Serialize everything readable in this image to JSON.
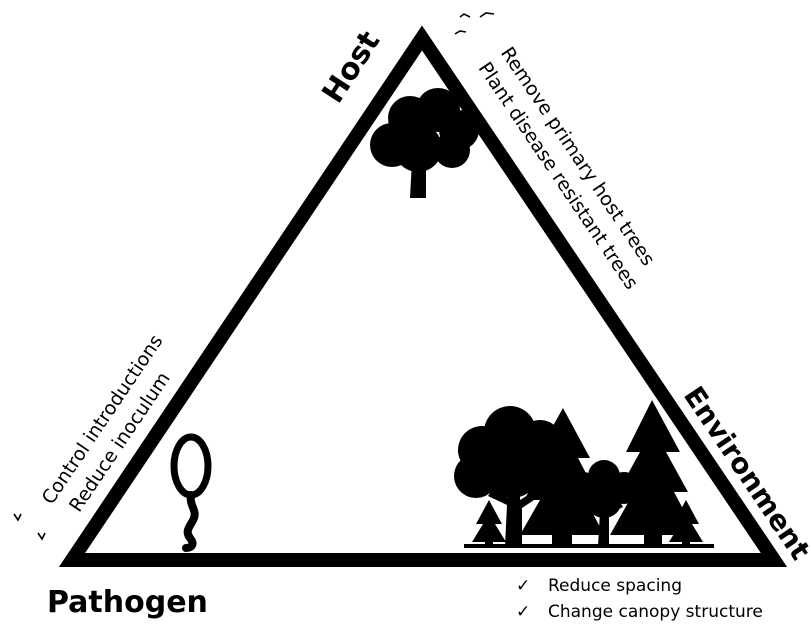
{
  "vertices": {
    "host": "Host",
    "pathogen": "Pathogen",
    "environment": "Environment"
  },
  "host_actions": [
    "Remove primary host trees",
    "Plant disease resistant trees"
  ],
  "pathogen_actions": [
    "Control introductions",
    "Reduce inoculum"
  ],
  "environment_actions": [
    "Reduce spacing",
    "Change canopy structure"
  ],
  "check_mark": "✓",
  "icons": {
    "host": "deciduous-tree-icon",
    "pathogen": "spore-icon",
    "environment": "forest-icon"
  }
}
